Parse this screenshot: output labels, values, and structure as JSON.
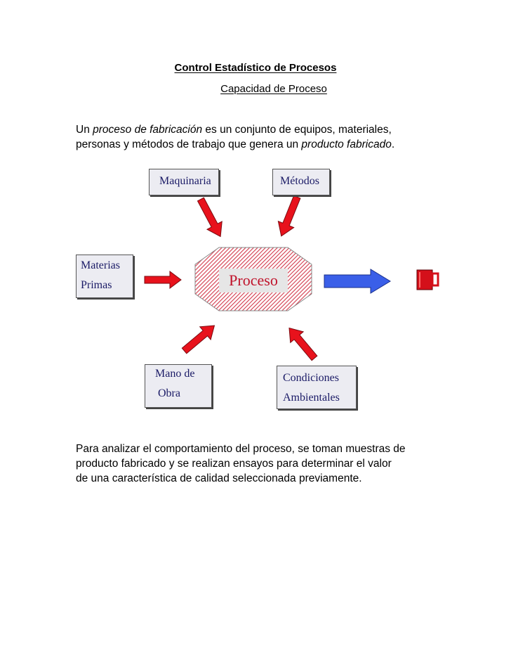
{
  "header": {
    "title": "Control Estadístico de Procesos",
    "subtitle": "Capacidad de Proceso"
  },
  "intro": {
    "t1": "Un ",
    "i1": "proceso de fabricación",
    "t2": " es un conjunto de equipos, materiales,",
    "t3": "personas y métodos de trabajo que genera un ",
    "i2": "producto fabricado",
    "t4": "."
  },
  "diagram": {
    "maquinaria": "Maquinaria",
    "metodos": "Métodos",
    "materias_1": "Materias",
    "materias_2": "Primas",
    "proceso": "Proceso",
    "mano_1": "Mano de",
    "mano_2": "Obra",
    "condiciones_1": "Condiciones",
    "condiciones_2": "Ambientales",
    "product_icon": "mug-icon",
    "colors": {
      "input_arrow": "#e8121c",
      "output_arrow": "#3a5fe8",
      "process_hatch": "#d2394b",
      "box_text": "#1a1a66",
      "process_text": "#c0122a"
    }
  },
  "outro": {
    "line1": "Para analizar el comportamiento del proceso, se toman muestras de",
    "line2": "producto fabricado y se realizan ensayos para determinar el valor",
    "line3": "de una característica de calidad seleccionada previamente."
  }
}
